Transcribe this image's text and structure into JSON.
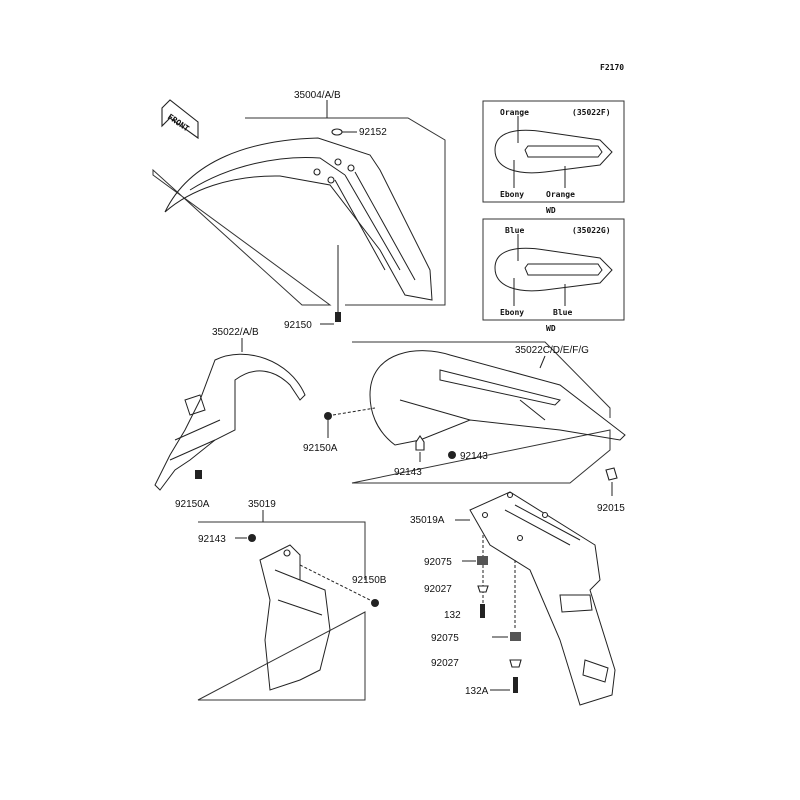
{
  "figure_code": "F2170",
  "front_label": "FRONT",
  "labels": {
    "front_fender": "35004/A/B",
    "fender_washer": "92152",
    "front_bolt": "92150",
    "rear_flap": "35022/A/B",
    "rear_fender": "35022C/D/E/F/G",
    "bolt_a_1": "92150A",
    "nut_1": "92143",
    "nut_2": "92143",
    "clip": "92015",
    "bolt_a_2": "92150A",
    "mud_guard": "35019",
    "nut_3": "92143",
    "bolt_b": "92150B",
    "bracket": "35019A",
    "damper_1": "92075",
    "collar_1": "92027",
    "bolt_132": "132",
    "damper_2": "92075",
    "collar_2": "92027",
    "bolt_132a": "132A"
  },
  "insets": [
    {
      "part": "(35022F)",
      "top_color": "Orange",
      "bottom_left": "Ebony",
      "bottom_right": "Orange",
      "variant": "WD"
    },
    {
      "part": "(35022G)",
      "top_color": "Blue",
      "bottom_left": "Ebony",
      "bottom_right": "Blue",
      "variant": "WD"
    }
  ]
}
